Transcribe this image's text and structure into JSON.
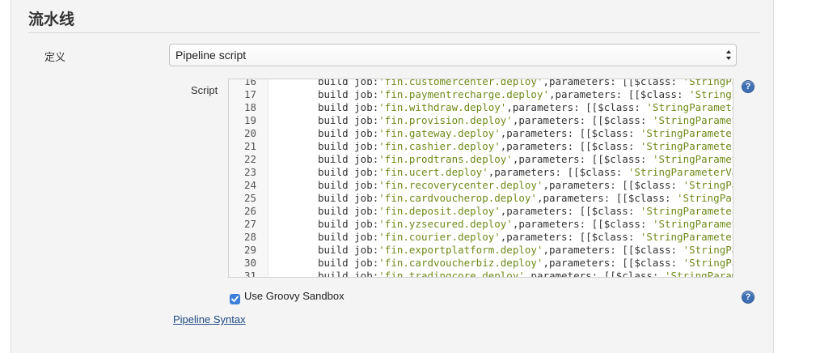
{
  "section": {
    "title": "流水线"
  },
  "definition": {
    "label": "定义",
    "selected": "Pipeline script"
  },
  "script": {
    "label": "Script",
    "lines": [
      {
        "n": "16",
        "pre": "build job:",
        "str": "'fin.customercenter.deploy'",
        "post": ",parameters: [[$class: ",
        "str2": "'StringParam"
      },
      {
        "n": "17",
        "pre": "build job:",
        "str": "'fin.paymentrecharge.deploy'",
        "post": ",parameters: [[$class: ",
        "str2": "'StringPara"
      },
      {
        "n": "18",
        "pre": "build job:",
        "str": "'fin.withdraw.deploy'",
        "post": ",parameters: [[$class: ",
        "str2": "'StringParameterVa"
      },
      {
        "n": "19",
        "pre": "build job:",
        "str": "'fin.provision.deploy'",
        "post": ",parameters: [[$class: ",
        "str2": "'StringParameterV"
      },
      {
        "n": "20",
        "pre": "build job:",
        "str": "'fin.gateway.deploy'",
        "post": ",parameters: [[$class: ",
        "str2": "'StringParameterVal"
      },
      {
        "n": "21",
        "pre": "build job:",
        "str": "'fin.cashier.deploy'",
        "post": ",parameters: [[$class: ",
        "str2": "'StringParameterVal"
      },
      {
        "n": "22",
        "pre": "build job:",
        "str": "'fin.prodtrans.deploy'",
        "post": ",parameters: [[$class: ",
        "str2": "'StringParameterV"
      },
      {
        "n": "23",
        "pre": "build job:",
        "str": "'fin.ucert.deploy'",
        "post": ",parameters: [[$class: ",
        "str2": "'StringParameterValue"
      },
      {
        "n": "24",
        "pre": "build job:",
        "str": "'fin.recoverycenter.deploy'",
        "post": ",parameters: [[$class: ",
        "str2": "'StringParam"
      },
      {
        "n": "25",
        "pre": "build job:",
        "str": "'fin.cardvoucherop.deploy'",
        "post": ",parameters: [[$class: ",
        "str2": "'StringParame"
      },
      {
        "n": "26",
        "pre": "build job:",
        "str": "'fin.deposit.deploy'",
        "post": ",parameters: [[$class: ",
        "str2": "'StringParameterVal"
      },
      {
        "n": "27",
        "pre": "build job:",
        "str": "'fin.yzsecured.deploy'",
        "post": ",parameters: [[$class: ",
        "str2": "'StringParameterV"
      },
      {
        "n": "28",
        "pre": "build job:",
        "str": "'fin.courier.deploy'",
        "post": ",parameters: [[$class: ",
        "str2": "'StringParameterVal"
      },
      {
        "n": "29",
        "pre": "build job:",
        "str": "'fin.exportplatform.deploy'",
        "post": ",parameters: [[$class: ",
        "str2": "'StringParam"
      },
      {
        "n": "30",
        "pre": "build job:",
        "str": "'fin.cardvoucherbiz.deploy'",
        "post": ",parameters: [[$class: ",
        "str2": "'StringParam"
      },
      {
        "n": "31",
        "pre": "build job:",
        "str": "'fin.tradingcore.deploy'",
        "post": ",parameters: [[$class: ",
        "str2": "'StringParamete"
      }
    ]
  },
  "sandbox": {
    "label": "Use Groovy Sandbox",
    "checked": true
  },
  "links": {
    "pipeline_syntax": "Pipeline Syntax"
  },
  "help": {
    "glyph": "?"
  },
  "colors": {
    "string": "#6f8a18",
    "link": "#204a87",
    "checkbox": "#3d7fd9",
    "help": "#3f6fb5"
  }
}
